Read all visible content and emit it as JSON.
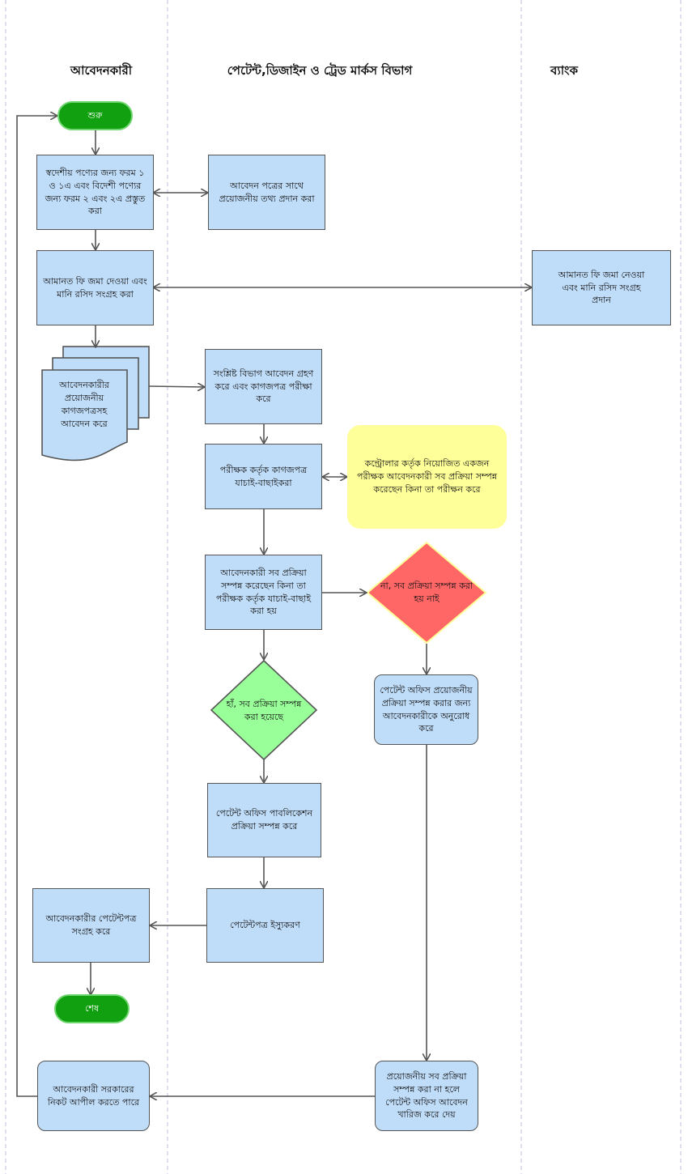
{
  "lanes": {
    "applicant": "আবেদনকারী",
    "department": "পেটেন্ট,ডিজাইন ও ট্রেড মার্কস  বিভাগ",
    "bank": "ব্যাংক"
  },
  "nodes": {
    "start": "শুরু",
    "prepare_forms": "স্বদেশীয় পণ্যের জন্য ফরম ১ ও ১এ এবং বিদেশী পণ্যের জন্য ফরম ২ এবং ২এ প্রস্তুত করা",
    "provide_info": "আবেদন পত্রের সাথে প্রয়োজনীয় তথ্য প্রদান করা",
    "deposit_fee": "আমানত ফি জমা দেওয়া এবং মানি রসিদ সংগ্রহ করা",
    "bank_receipt": "আমানত ফি জমা নেওয়া এবং মানি রসিদ সংগ্রহ প্রদান",
    "applicant_documents": "আবেদনকারীর প্রয়োজনীয় কাগজপত্রসহ আবেদন করে",
    "receive_application": "সংশ্লিষ্ট বিভাগ আবেদন গ্রহণ করে এবং কাগজপত্র পরীক্ষা করে",
    "examiner_verify": "পরীক্ষক কর্তৃক কাগজপত্র যাচাই-বাছাইকরা",
    "controller_note": "কন্ট্রোলার কর্তৃক নিয়োজিত একজন পরীক্ষক আবেদনকারী সব প্রক্রিয়া সম্পন্ন করেছেন কিনা তা পরীক্ষন করে",
    "check_complete": "আবেদনকারী সব প্রক্রিয়া সম্পন্ন করেছেন কিনা তা পরীক্ষক কর্তৃক যাচাই-বাছাই করা হয়",
    "no_decision": "না, সব প্রক্রিয়া সম্পন্ন করা হয় নাই",
    "yes_decision": "হাঁ, সব প্রক্রিয়া সম্পন্ন করা হয়েছে",
    "request_applicant": "পেটেন্ট অফিস প্রয়োজনীয় প্রক্রিয়া সম্পন্ন করার জন্য আবেদনকারীকে অনুরোধ করে",
    "publication": "পেটেন্ট অফিস পাবলিকেশন প্রক্রিয়া সম্পন্ন করে",
    "issue_patent": "পেটেন্টপত্র ইস্যুকরণ",
    "collect_patent": "আবেদনকারীর পেটেন্টপত্র সংগ্রহ করে",
    "end": "শেষ",
    "reject": "প্রয়োজনীয় সব প্রক্রিয়া সম্পন্ন করা না হলে পেটেন্ট অফিস আবেদন খারিজ করে দেয়",
    "appeal": "আবেদনকারী সরকারের নিকট আপীল করতে পারে"
  },
  "colors": {
    "process_fill": "#bfdcf8",
    "terminal_fill": "#10a010",
    "note_fill": "#ffff99",
    "no_fill": "#ff6666",
    "yes_fill": "#99ff99",
    "line": "#555555",
    "lane_divider": "#c8c8e0"
  }
}
